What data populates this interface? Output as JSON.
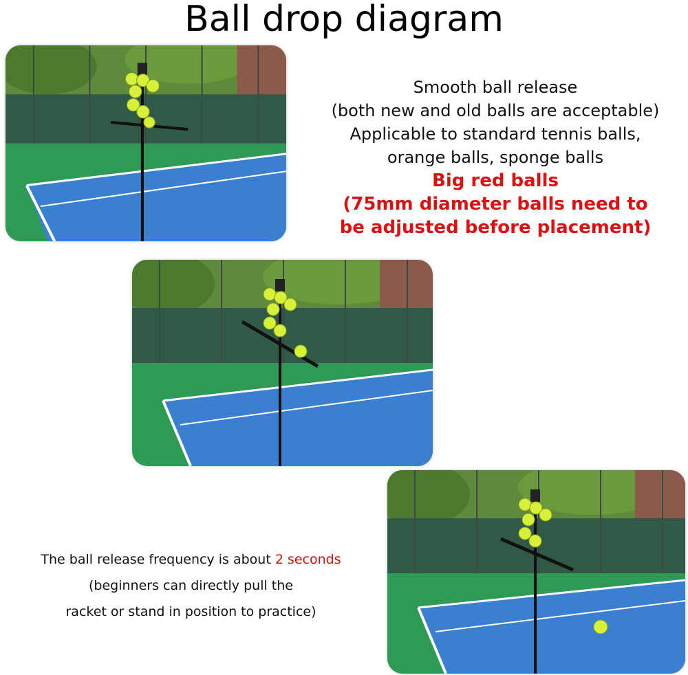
{
  "title": "Ball drop diagram",
  "section1": {
    "lines": [
      "Smooth ball release",
      "(both new and old balls are acceptable)",
      "Applicable to standard tennis balls,",
      "orange balls, sponge balls"
    ],
    "red_lines": [
      "Big red balls",
      "(75mm diameter balls need to",
      "be adjusted before placement)"
    ]
  },
  "section3": {
    "line1_prefix": "The ball release frequency is about ",
    "line1_highlight": "2 seconds",
    "line2": "(beginners can directly pull the",
    "line3": "racket or stand in position to practice)"
  },
  "colors": {
    "highlight_red": "#dd1111",
    "court_blue": "#3a7fd0",
    "court_green": "#2e9a55",
    "ball_yellow": "#d7f03a"
  },
  "photos": [
    {
      "name": "photo-step-1"
    },
    {
      "name": "photo-step-2"
    },
    {
      "name": "photo-step-3"
    }
  ]
}
